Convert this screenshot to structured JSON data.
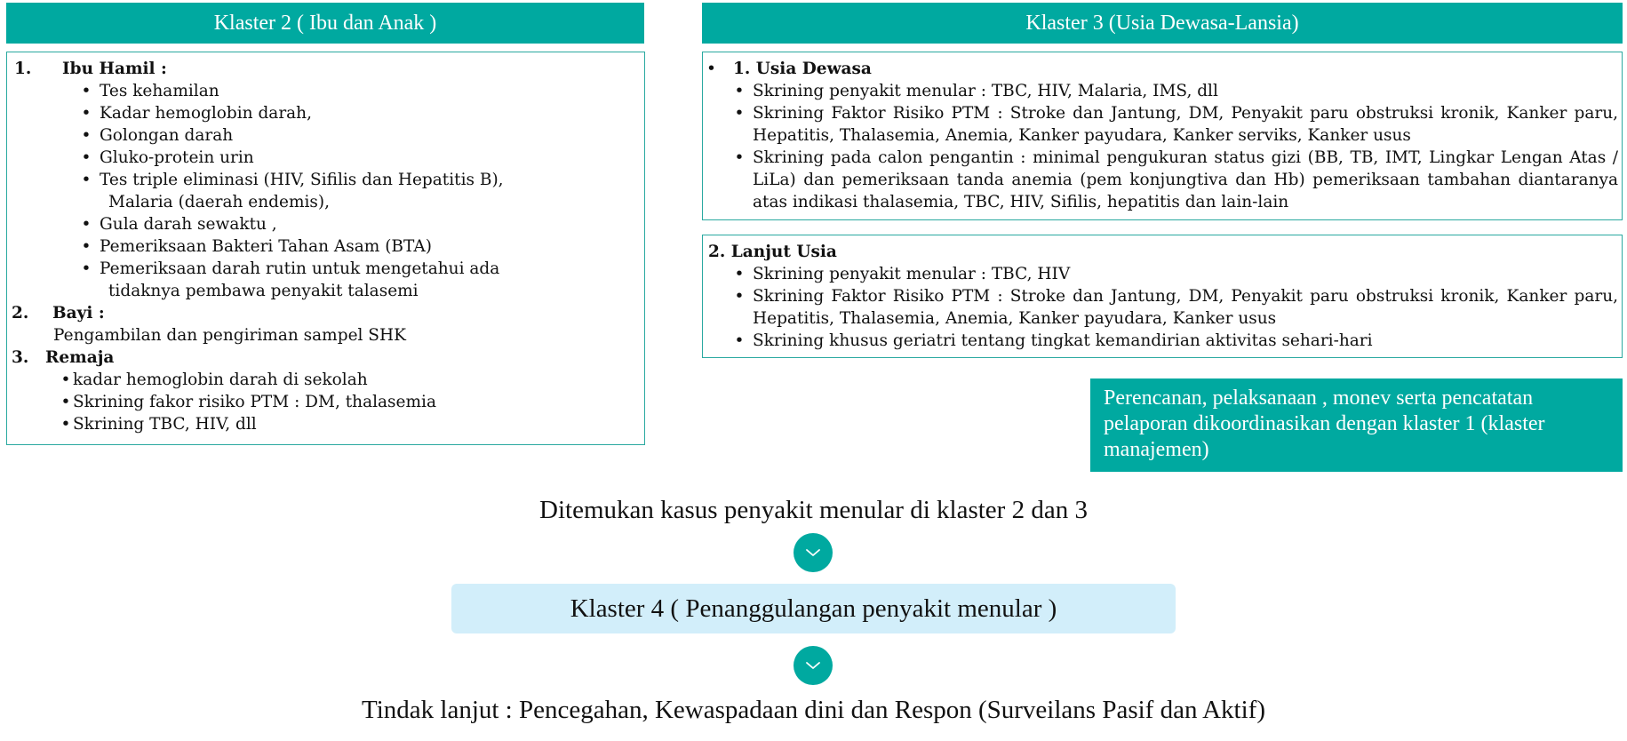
{
  "klaster2": {
    "title": "Klaster 2 ( Ibu dan Anak )",
    "ibu_hamil": {
      "num": "1.",
      "heading": "Ibu Hamil :",
      "items": [
        "Tes kehamilan",
        "Kadar hemoglobin darah,",
        "Golongan darah",
        "Gluko-protein urin",
        "Tes triple eliminasi (HIV, Sifilis dan Hepatitis B),",
        "Malaria (daerah endemis),",
        "Gula darah sewaktu ,",
        "Pemeriksaan Bakteri Tahan Asam (BTA)",
        "Pemeriksaan darah rutin untuk mengetahui ada",
        "tidaknya pembawa penyakit talasemi"
      ]
    },
    "bayi": {
      "num": "2.",
      "heading": "Bayi :",
      "text": "Pengambilan dan pengiriman sampel SHK"
    },
    "remaja": {
      "num": "3.",
      "heading": "Remaja",
      "items": [
        "kadar hemoglobin darah di sekolah",
        "Skrining fakor risiko PTM : DM, thalasemia",
        "Skrining TBC, HIV,  dll"
      ]
    }
  },
  "klaster3": {
    "title": "Klaster 3 (Usia Dewasa-Lansia)",
    "usia_dewasa": {
      "heading": "1. Usia Dewasa",
      "items": [
        "Skrining penyakit menular : TBC, HIV, Malaria, IMS, dll",
        "Skrining Faktor Risiko PTM : Stroke dan Jantung, DM, Penyakit paru obstruksi kronik, Kanker paru, Hepatitis, Thalasemia, Anemia, Kanker payudara, Kanker serviks, Kanker usus",
        "Skrining pada calon pengantin : minimal pengukuran status gizi (BB, TB, IMT, Lingkar Lengan Atas / LiLa) dan pemeriksaan tanda anemia (pem konjungtiva dan Hb) pemeriksaan tambahan diantaranya atas indikasi thalasemia, TBC, HIV, Sifilis, hepatitis dan lain-lain"
      ]
    },
    "lanjut_usia": {
      "heading": "2. Lanjut Usia",
      "items": [
        "Skrining penyakit menular : TBC, HIV",
        "Skrining Faktor Risiko PTM : Stroke dan Jantung, DM, Penyakit paru obstruksi kronik, Kanker paru, Hepatitis, Thalasemia, Anemia, Kanker payudara, Kanker usus",
        "Skrining khusus geriatri tentang tingkat kemandirian aktivitas sehari-hari"
      ]
    }
  },
  "note": "Perencanan, pelaksanaan , monev  serta pencatatan pelaporan dikoordinasikan dengan klaster 1 (klaster manajemen)",
  "flow": {
    "ditemukan": "Ditemukan kasus penyakit menular di klaster 2 dan 3",
    "klaster4": "Klaster 4 ( Penanggulangan penyakit menular )",
    "tindak_lanjut": "Tindak lanjut : Pencegahan, Kewaspadaan dini dan  Respon (Surveilans  Pasif dan Aktif)"
  },
  "icons": {
    "arrow": "chevron-down-icon"
  },
  "colors": {
    "accent": "#00a9a0",
    "klaster4_bg": "#d2eefa",
    "border": "#2aa9a0"
  }
}
